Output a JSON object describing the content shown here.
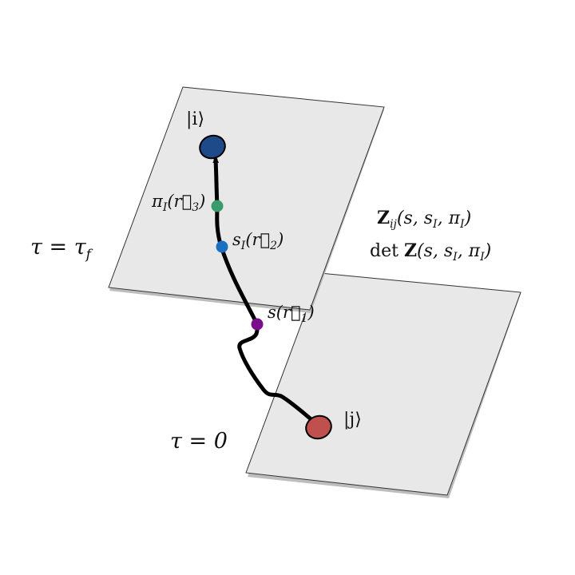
{
  "planes": {
    "top": {
      "label": "τ = τ",
      "label_sub": "f"
    },
    "bottom": {
      "label": "τ = 0"
    }
  },
  "states": {
    "initial": {
      "label": "|i⟩",
      "color": "#1f4a8a"
    },
    "final": {
      "label": "|j⟩",
      "color": "#c0504d"
    }
  },
  "points": {
    "pi": {
      "label": "π",
      "sub": "I",
      "arg": "(r⃗",
      "arg_sub": "3",
      "arg_close": ")",
      "color": "#3a9a6e"
    },
    "sI": {
      "label": "s",
      "sub": "I",
      "arg": "(r⃗",
      "arg_sub": "2",
      "arg_close": ")",
      "color": "#1a6fc0"
    },
    "s": {
      "label": "s",
      "arg": "(r⃗",
      "arg_sub": "1",
      "arg_close": ")",
      "color": "#7a0d8a"
    }
  },
  "annotations": {
    "z_line1": {
      "bold": "Z",
      "sub": "ij",
      "rest": "(s, s",
      "rest_sub": "I",
      "rest2": ", π",
      "rest2_sub": "I",
      "close": ")"
    },
    "z_line2": {
      "prefix": "det ",
      "bold": "Z",
      "rest": "(s, s",
      "rest_sub": "I",
      "rest2": ", π",
      "rest2_sub": "I",
      "close": ")"
    }
  },
  "colors": {
    "plane_fill": "#e8e8e8",
    "plane_stroke": "#333333",
    "path": "#000000"
  }
}
